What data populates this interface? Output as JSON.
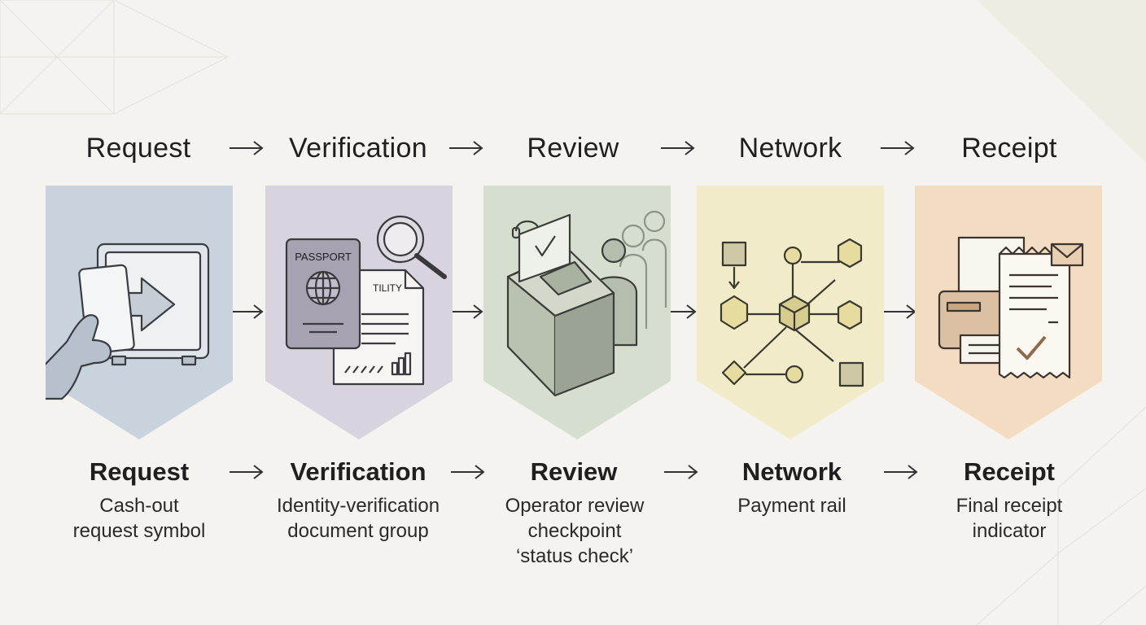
{
  "header": {
    "steps": [
      "Request",
      "Verification",
      "Review",
      "Network",
      "Receipt"
    ]
  },
  "panels": [
    {
      "icon": "cash-out-request-icon",
      "color": "#c9d3dd"
    },
    {
      "icon": "identity-documents-icon",
      "color": "#d8d3df",
      "passport_label": "PASSPORT",
      "utility_label": "TILITY"
    },
    {
      "icon": "operator-review-icon",
      "color": "#d6dfcf"
    },
    {
      "icon": "payment-network-icon",
      "color": "#f1ebc9"
    },
    {
      "icon": "receipt-icon",
      "color": "#f4dcc2"
    }
  ],
  "captions": [
    {
      "title": "Request",
      "lines": [
        "Cash-out",
        "request symbol"
      ]
    },
    {
      "title": "Verification",
      "lines": [
        "Identity-verification",
        "document group"
      ]
    },
    {
      "title": "Review",
      "lines": [
        "Operator review",
        "checkpoint",
        "‘status check’"
      ]
    },
    {
      "title": "Network",
      "lines": [
        "Payment rail"
      ]
    },
    {
      "title": "Receipt",
      "lines": [
        "Final receipt",
        "indicator"
      ]
    }
  ]
}
